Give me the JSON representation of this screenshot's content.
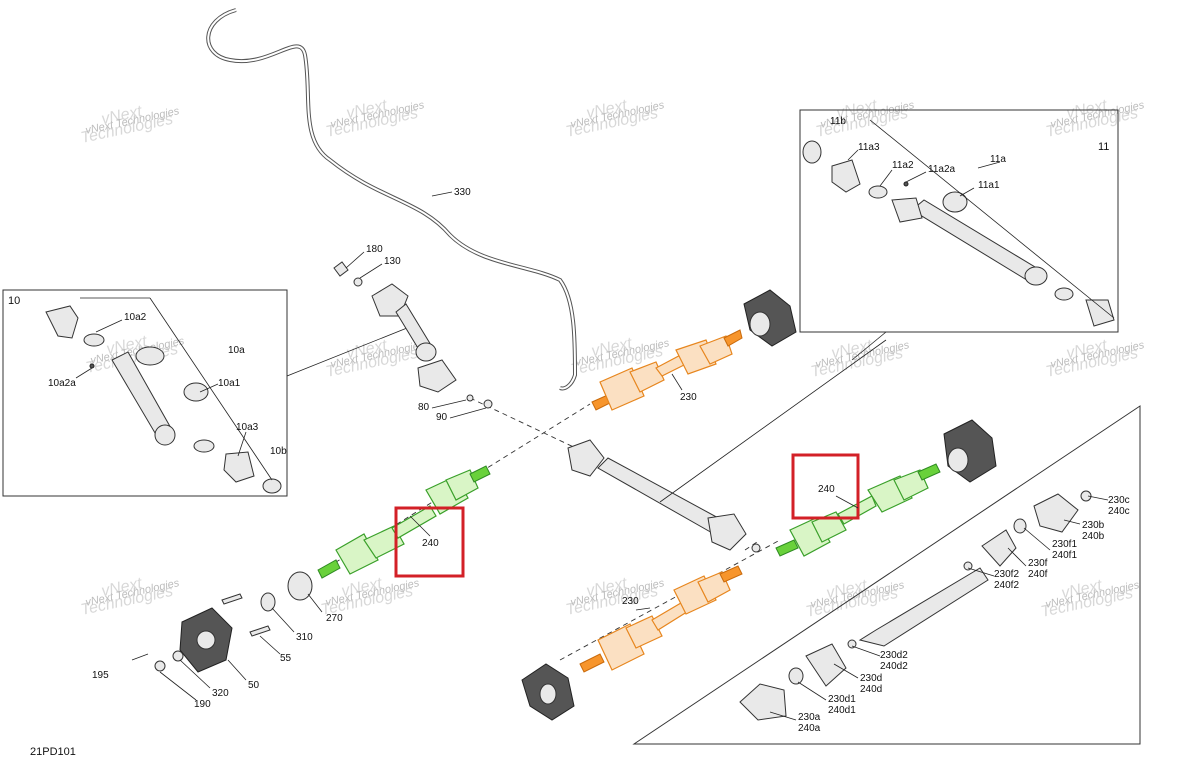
{
  "diagram_id": "21PD101",
  "watermark": {
    "line1": "vNext",
    "line2": "Technologies",
    "line3": "vNext Technologies"
  },
  "insets": {
    "left": {
      "number": "10"
    },
    "right": {
      "number": "11"
    }
  },
  "callouts": {
    "c10a2": "10a2",
    "c10a": "10a",
    "c10a2a": "10a2a",
    "c10a1": "10a1",
    "c10a3": "10a3",
    "c10b": "10b",
    "c11b": "11b",
    "c11a3": "11a3",
    "c11a2": "11a2",
    "c11a2a": "11a2a",
    "c11a": "11a",
    "c11a1": "11a1",
    "c330": "330",
    "c180": "180",
    "c130": "130",
    "c80": "80",
    "c90": "90",
    "c230": "230",
    "c240_left": "240",
    "c240_right": "240",
    "c270": "270",
    "c310": "310",
    "c55": "55",
    "c50": "50",
    "c320": "320",
    "c195": "195",
    "c190": "190",
    "c230c": "230c",
    "c240c": "240c",
    "c230b": "230b",
    "c240b": "240b",
    "c230f1": "230f1",
    "c240f1": "240f1",
    "c230f": "230f",
    "c240f": "240f",
    "c230f2": "230f2",
    "c240f2": "240f2",
    "c230d2": "230d2",
    "c240d2": "240d2",
    "c230d": "230d",
    "c240d": "240d",
    "c230d1": "230d1",
    "c240d1": "240d1",
    "c230a": "230a",
    "c240a": "240a",
    "c230_bottom": "230"
  },
  "highlight_color": "#d32027",
  "part_colors": {
    "front_shaft": "#69d13b",
    "rear_shaft": "#f7952c"
  }
}
